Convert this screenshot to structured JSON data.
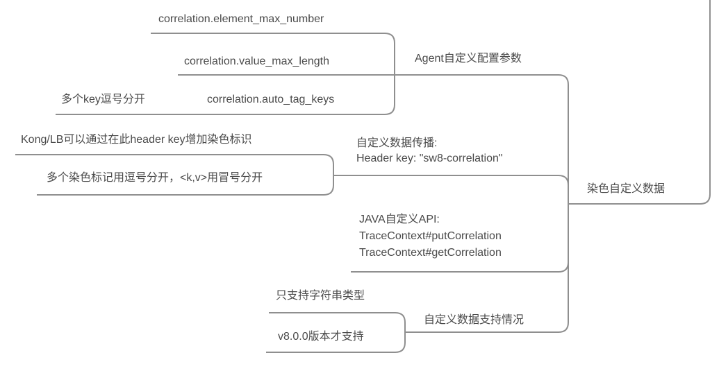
{
  "colors": {
    "line": "#8f8f8f",
    "text": "#4a4a4a",
    "background": "#ffffff"
  },
  "root": {
    "label": "染色自定义数据"
  },
  "branches": [
    {
      "label": "Agent自定义配置参数",
      "children": [
        {
          "label": "correlation.element_max_number"
        },
        {
          "label": "correlation.value_max_length"
        },
        {
          "label": "correlation.auto_tag_keys",
          "note": "多个key逗号分开"
        }
      ]
    },
    {
      "lines": [
        "自定义数据传播:",
        "Header key: \"sw8-correlation\""
      ],
      "children": [
        {
          "label": "Kong/LB可以通过在此header key增加染色标识"
        },
        {
          "label": "多个染色标记用逗号分开，<k,v>用冒号分开"
        }
      ]
    },
    {
      "lines": [
        "JAVA自定义API:",
        "TraceContext#putCorrelation",
        "TraceContext#getCorrelation"
      ],
      "children": []
    },
    {
      "label": "自定义数据支持情况",
      "children": [
        {
          "label": "只支持字符串类型"
        },
        {
          "label": "v8.0.0版本才支持"
        }
      ]
    }
  ]
}
